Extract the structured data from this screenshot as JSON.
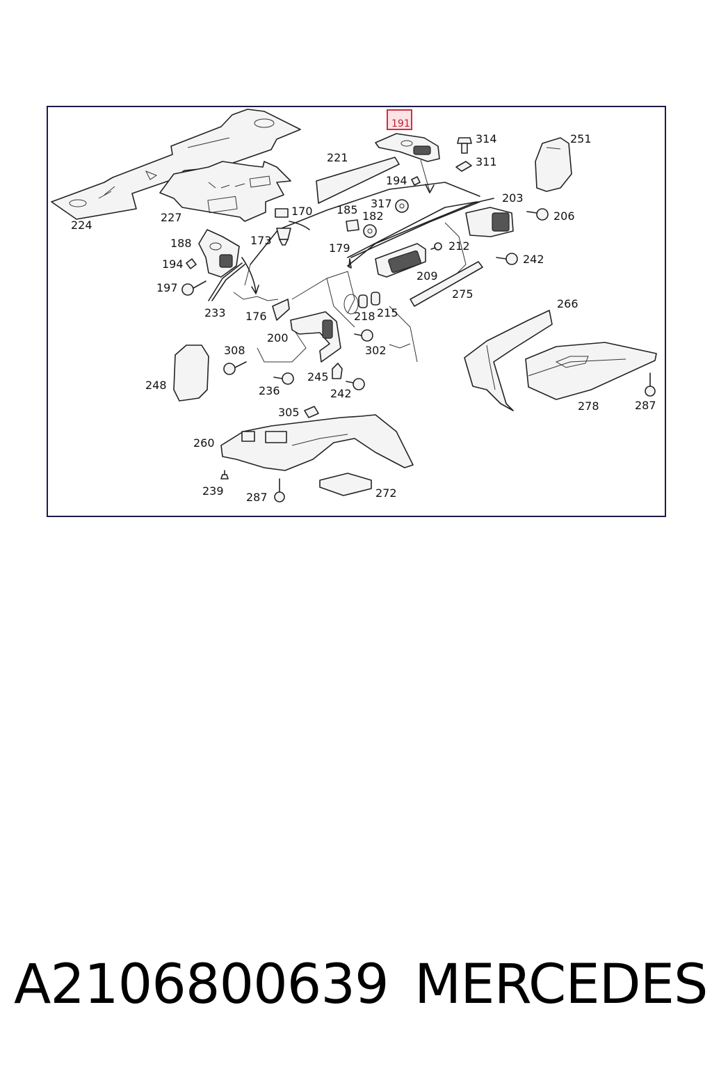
{
  "diagram": {
    "highlighted_part": "191",
    "labels": {
      "p191": "191",
      "p314": "314",
      "p251": "251",
      "p311": "311",
      "p221": "221",
      "p194a": "194",
      "p317": "317",
      "p203": "203",
      "p224": "224",
      "p227": "227",
      "p170": "170",
      "p185": "185",
      "p182": "182",
      "p206": "206",
      "p188": "188",
      "p173": "173",
      "p179": "179",
      "p212": "212",
      "p194b": "194",
      "p242a": "242",
      "p197": "197",
      "p209": "209",
      "p275": "275",
      "p233": "233",
      "p176": "176",
      "p218": "218",
      "p215": "215",
      "p266": "266",
      "p200": "200",
      "p302": "302",
      "p308": "308",
      "p245": "245",
      "p248": "248",
      "p236": "236",
      "p242b": "242",
      "p287a": "287",
      "p278": "278",
      "p305": "305",
      "p260": "260",
      "p239": "239",
      "p287b": "287",
      "p272": "272"
    },
    "colors": {
      "line": "#222222",
      "frame": "#1c1c48",
      "highlight_border": "#d03040",
      "highlight_fill": "#fbe3e6"
    }
  },
  "footer": {
    "part_number": "A2106800639",
    "brand": "MERCEDES"
  }
}
